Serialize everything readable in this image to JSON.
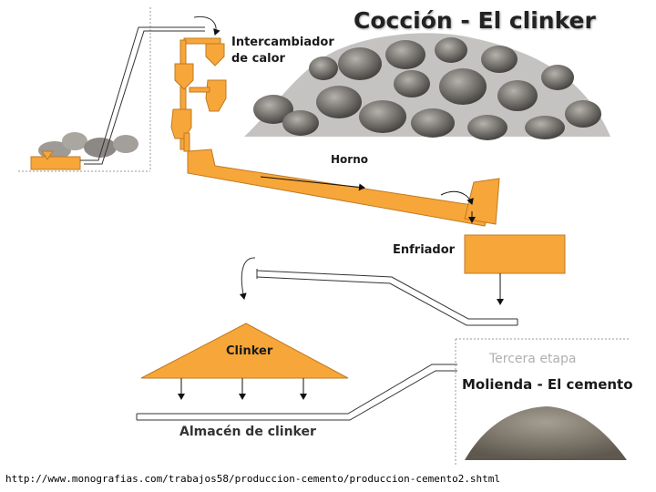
{
  "title": "Cocción - El clinker",
  "labels": {
    "heat_exchanger": "Intercambiador\nde calor",
    "kiln": "Horno",
    "cooler": "Enfriador",
    "clinker": "Clinker",
    "clinker_storage": "Almacén de clinker",
    "third_stage": "Tercera etapa",
    "grinding": "Molienda - El cemento"
  },
  "source_url": "http://www.monografias.com/trabajos58/produccion-cemento/produccion-cemento2.shtml",
  "colors": {
    "process": "#f7a63a",
    "process_dark": "#c07a20",
    "rock": "#7d7a76",
    "powder": "#8a8376"
  }
}
